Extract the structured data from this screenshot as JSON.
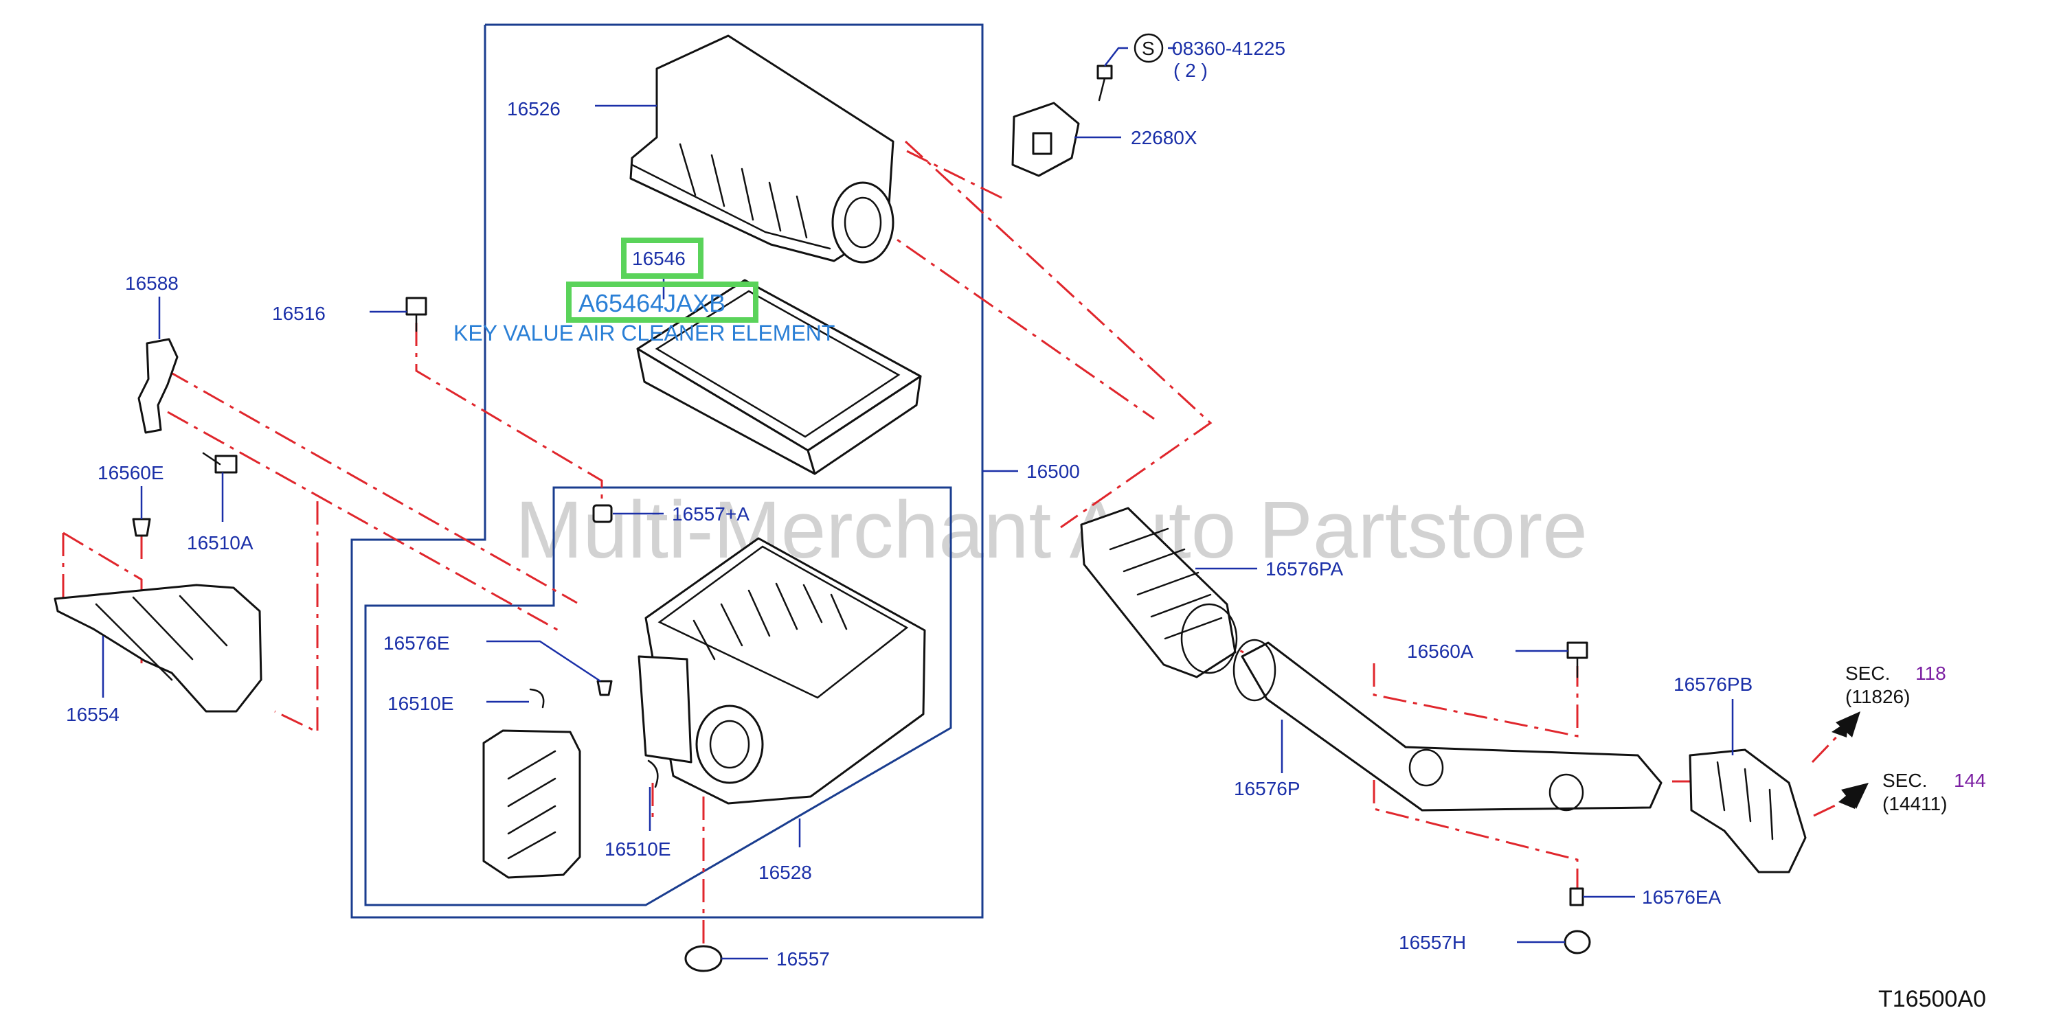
{
  "diagram": {
    "drawing_code": "T16500A0",
    "watermark": "Multi-Merchant Auto Partstore",
    "highlight": {
      "part_number": "16546",
      "sku": "A65464JAXB",
      "description": "KEY VALUE AIR CLEANER ELEMENT"
    },
    "labels": {
      "p16526": "16526",
      "p16516": "16516",
      "p16588": "16588",
      "p16560E": "16560E",
      "p16510A": "16510A",
      "p16554": "16554",
      "p16557A": "16557+A",
      "p16576E": "16576E",
      "p16510E_1": "16510E",
      "p16510E_2": "16510E",
      "p16528": "16528",
      "p16557": "16557",
      "p16500": "16500",
      "p22680X": "22680X",
      "p08360": "08360-41225",
      "p08360_qty": "( 2 )",
      "s_symbol": "S",
      "p16576PA": "16576PA",
      "p16560A": "16560A",
      "p16576P": "16576P",
      "p16576PB": "16576PB",
      "p16576EA": "16576EA",
      "p16557H": "16557H"
    },
    "sections": [
      {
        "prefix": "SEC.",
        "number": "118",
        "ref": "(11826)"
      },
      {
        "prefix": "SEC.",
        "number": "144",
        "ref": "(14411)"
      }
    ],
    "colors": {
      "label": "#1a2fa8",
      "highlight_border": "#5ad35a",
      "highlight_text": "#2a7fd6",
      "dash_line": "#e0262c",
      "section_number": "#7b1fa2"
    }
  }
}
